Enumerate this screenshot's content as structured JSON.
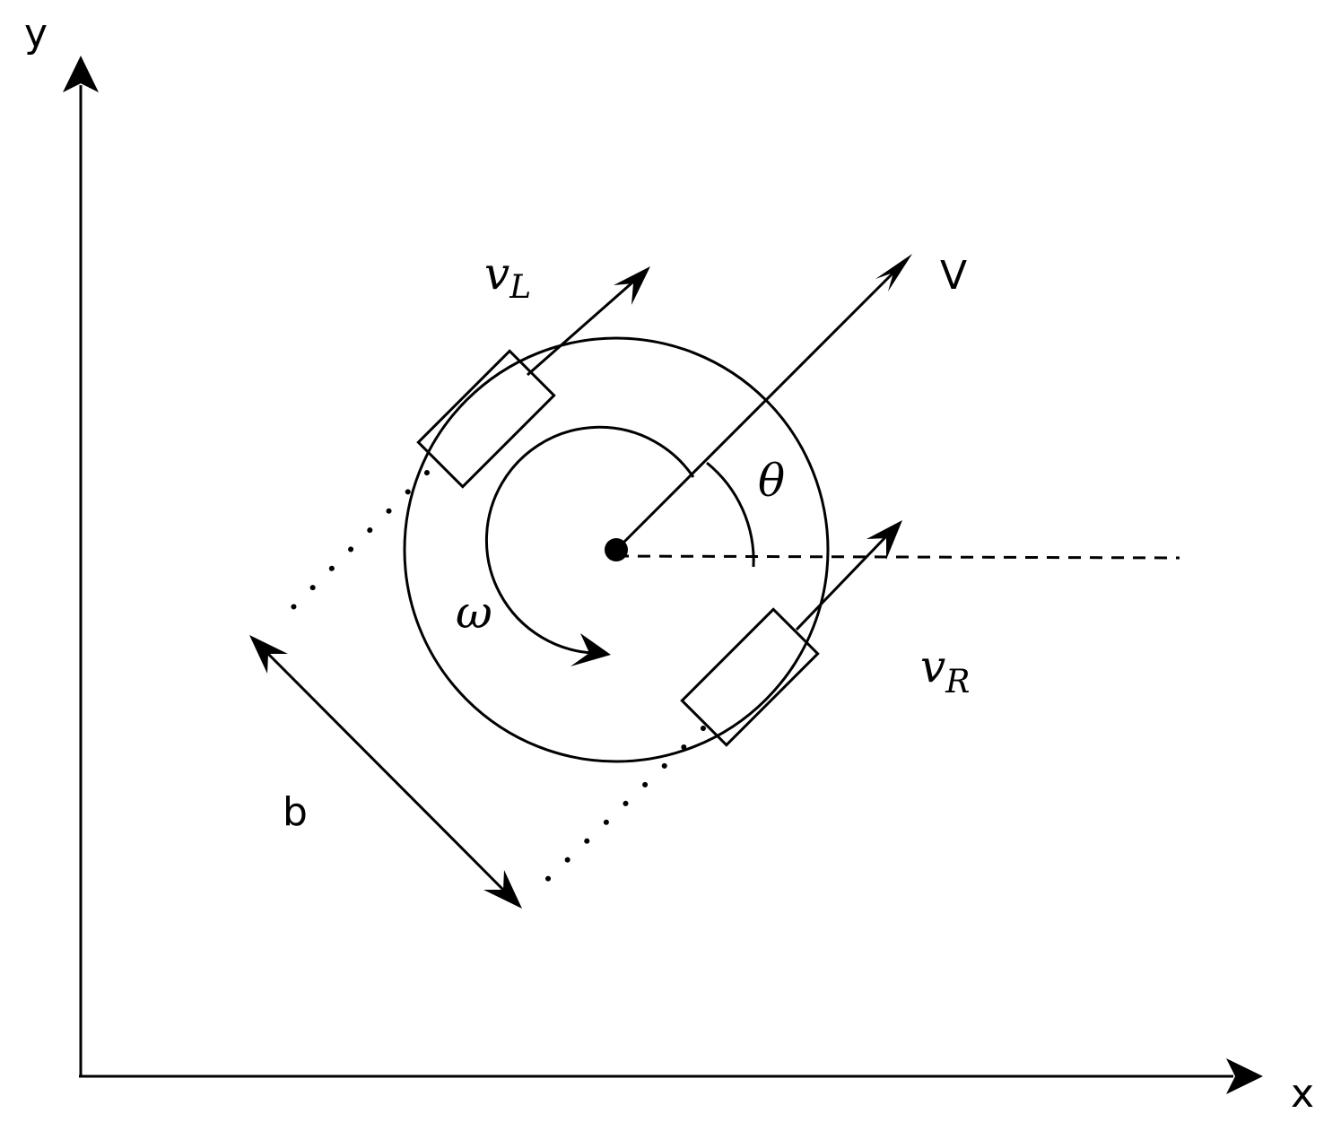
{
  "axes": {
    "x_label": "x",
    "y_label": "y"
  },
  "labels": {
    "v_left_main": "v",
    "v_left_sub": "L",
    "v_right_main": "v",
    "v_right_sub": "R",
    "velocity": "V",
    "heading_angle": "θ",
    "angular_velocity": "ω",
    "wheelbase": "b"
  },
  "colors": {
    "stroke": "#000000",
    "background": "#ffffff"
  }
}
